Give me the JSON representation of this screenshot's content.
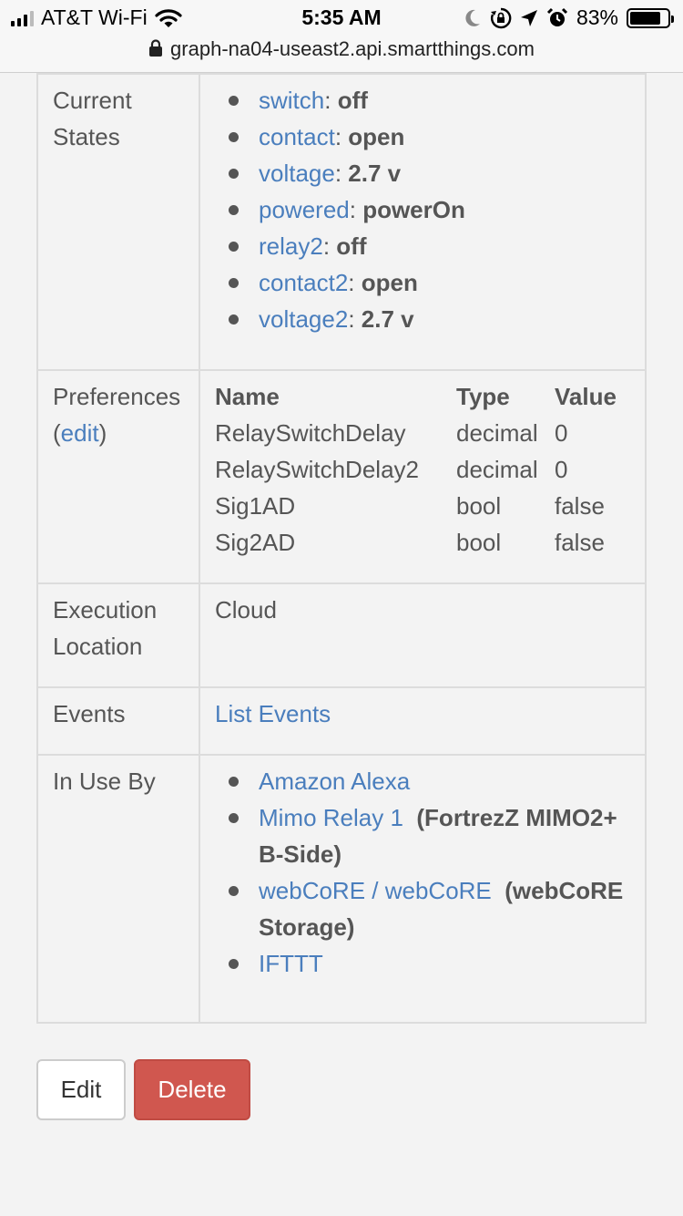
{
  "status_bar": {
    "carrier": "AT&T Wi-Fi",
    "time": "5:35 AM",
    "battery": "83%",
    "battery_level": 0.83,
    "icons": [
      "signal-icon",
      "wifi-icon",
      "moon-icon",
      "rotation-lock-icon",
      "location-icon",
      "alarm-icon",
      "battery-icon"
    ]
  },
  "browser": {
    "url": "graph-na04-useast2.api.smartthings.com"
  },
  "rows": {
    "current_states": {
      "label": "Current States",
      "items": [
        {
          "name": "switch",
          "value": "off"
        },
        {
          "name": "contact",
          "value": "open"
        },
        {
          "name": "voltage",
          "value": "2.7 v"
        },
        {
          "name": "powered",
          "value": "powerOn"
        },
        {
          "name": "relay2",
          "value": "off"
        },
        {
          "name": "contact2",
          "value": "open"
        },
        {
          "name": "voltage2",
          "value": "2.7 v"
        }
      ]
    },
    "preferences": {
      "label": "Preferences",
      "edit_link": "edit",
      "headers": {
        "name": "Name",
        "type": "Type",
        "value": "Value"
      },
      "items": [
        {
          "name": "RelaySwitchDelay",
          "type": "decimal",
          "value": "0"
        },
        {
          "name": "RelaySwitchDelay2",
          "type": "decimal",
          "value": "0"
        },
        {
          "name": "Sig1AD",
          "type": "bool",
          "value": "false"
        },
        {
          "name": "Sig2AD",
          "type": "bool",
          "value": "false"
        }
      ]
    },
    "execution_location": {
      "label": "Execution Location",
      "value": "Cloud"
    },
    "events": {
      "label": "Events",
      "link": "List Events"
    },
    "in_use_by": {
      "label": "In Use By",
      "items": [
        {
          "name": "Amazon Alexa",
          "note": ""
        },
        {
          "name": "Mimo Relay 1",
          "note": "(FortrezZ MIMO2+ B-Side)"
        },
        {
          "name": "webCoRE / webCoRE",
          "note": "(webCoRE Storage)"
        },
        {
          "name": "IFTTT",
          "note": ""
        }
      ]
    }
  },
  "buttons": {
    "edit": "Edit",
    "delete": "Delete"
  },
  "colors": {
    "link": "#4a7ebd",
    "danger": "#d0574f",
    "background": "#f3f3f3"
  }
}
